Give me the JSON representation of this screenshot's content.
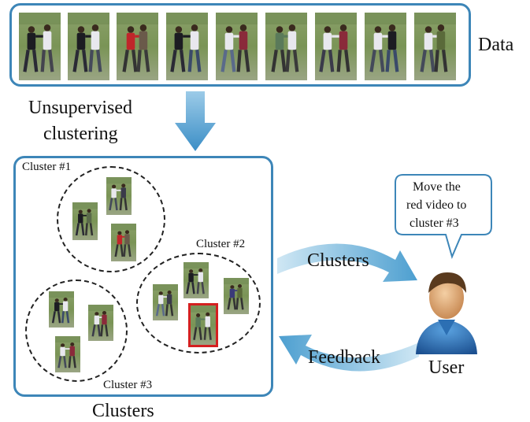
{
  "data_label": "Data",
  "step_label_line1": "Unsupervised",
  "step_label_line2": "clustering",
  "clusters_caption": "Clusters",
  "clusters": [
    {
      "label": "Cluster #1"
    },
    {
      "label": "Cluster #2"
    },
    {
      "label": "Cluster #3"
    }
  ],
  "arrow_to_user": "Clusters",
  "arrow_from_user": "Feedback",
  "user_label": "User",
  "speech_bubble": [
    "Move the",
    "red video to",
    "cluster #3"
  ],
  "colors": {
    "frame": "#3d86b8",
    "arrow": "#6fb3d9",
    "highlight": "#d42020"
  },
  "icons": [
    "down-arrow-icon",
    "user-avatar-icon",
    "speech-bubble-icon"
  ]
}
